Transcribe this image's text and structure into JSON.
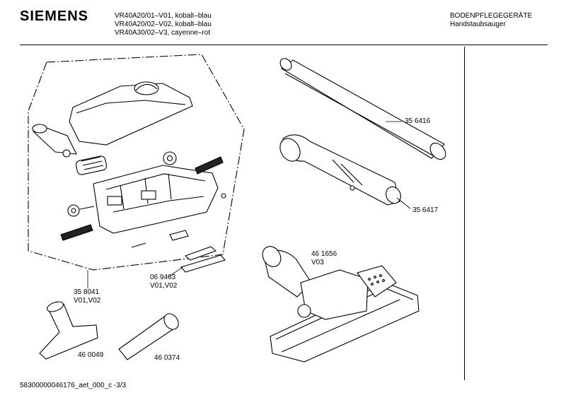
{
  "header": {
    "brand": "SIEMENS",
    "models": [
      "VR40A20/01–V01, kobalt–blau",
      "VR40A20/02–V02, kobalt–blau",
      "VR40A30/02–V3, cayenne–rot"
    ],
    "category": "BODENPFLEGEGERÄTE",
    "subcategory": "Handstaubsauger"
  },
  "parts": [
    {
      "number": "35 6416",
      "variant": ""
    },
    {
      "number": "35 6417",
      "variant": ""
    },
    {
      "number": "46 1656",
      "variant": "V03"
    },
    {
      "number": "06 9463",
      "variant": "V01,V02"
    },
    {
      "number": "35 8041",
      "variant": "V01,V02"
    },
    {
      "number": "46 0049",
      "variant": ""
    },
    {
      "number": "46 0374",
      "variant": ""
    }
  ],
  "footer": {
    "document_id": "58300000046176_aet_000_c -3/3"
  }
}
